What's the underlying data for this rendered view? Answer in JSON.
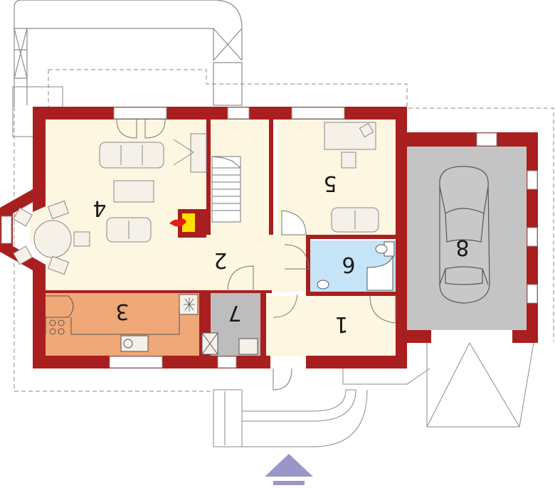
{
  "floor_plan": {
    "rooms": [
      {
        "id": "room-1",
        "label": "1",
        "fill": "#fdf6e0"
      },
      {
        "id": "room-2",
        "label": "2",
        "fill": "#fdf6e0"
      },
      {
        "id": "room-3",
        "label": "3",
        "fill": "#f0a878"
      },
      {
        "id": "room-4",
        "label": "4",
        "fill": "#fdf6e0"
      },
      {
        "id": "room-5",
        "label": "5",
        "fill": "#fdf6e0"
      },
      {
        "id": "room-6",
        "label": "6",
        "fill": "#c6e4f8"
      },
      {
        "id": "room-7",
        "label": "7",
        "fill": "#bdbdbd"
      },
      {
        "id": "room-8",
        "label": "8",
        "fill": "#c4c4c4"
      }
    ],
    "entrance_marker": "up-triangle-icon"
  },
  "colors": {
    "wall": "#a91e1e",
    "wall_stroke": "#6a1010",
    "outline": "#8a8a8a",
    "fixture": "#f5f0e8",
    "fireplace": "#ffe100",
    "flame": "#e02010",
    "entrance": "#9a96c8"
  }
}
